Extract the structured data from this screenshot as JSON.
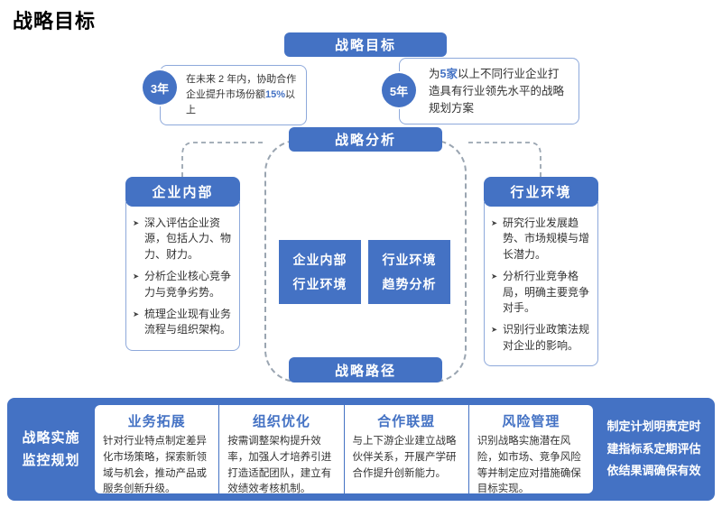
{
  "title": "战略目标",
  "colors": {
    "accent": "#4472C4",
    "light_border": "#8EA9DB",
    "body_text": "#333333",
    "dash": "#9AA5B1"
  },
  "goal": {
    "pill": "战略目标",
    "items": [
      {
        "badge": "3年",
        "pre": "在未来 2 年内，协助合作企业提升市场份额",
        "highlight": "15%",
        "post": "以上"
      },
      {
        "badge": "5年",
        "pre": "为",
        "highlight": "5家",
        "post": "以上不同行业企业打造具有行业领先水平的战略规划方案"
      }
    ]
  },
  "analysis": {
    "pill": "战略分析",
    "left": {
      "title": "企业内部",
      "bullets": [
        "深入评估企业资源，包括人力、物力、财力。",
        "分析企业核心竞争力与竞争劣势。",
        "梳理企业现有业务流程与组织架构。"
      ]
    },
    "right": {
      "title": "行业环境",
      "bullets": [
        "研究行业发展趋势、市场规模与增长潜力。",
        "分析行业竞争格局，明确主要竞争对手。",
        "识别行业政策法规对企业的影响。"
      ]
    },
    "center": [
      {
        "line1": "企业内部",
        "line2": "行业环境"
      },
      {
        "line1": "行业环境",
        "line2": "趋势分析"
      }
    ]
  },
  "path": {
    "pill": "战略路径"
  },
  "bottom": {
    "left_lines": [
      "战略实施",
      "监控规划"
    ],
    "columns": [
      {
        "title": "业务拓展",
        "text": "针对行业特点制定差异化市场策略，探索新领域与机会，推动产品或服务创新升级。"
      },
      {
        "title": "组织优化",
        "text": "按需调整架构提升效率，加强人才培养引进打造适配团队，建立有效绩效考核机制。"
      },
      {
        "title": "合作联盟",
        "text": "与上下游企业建立战略伙伴关系，开展产学研合作提升创新能力。"
      },
      {
        "title": "风险管理",
        "text": "识别战略实施潜在风险，如市场、竞争风险等并制定应对措施确保目标实现。"
      }
    ],
    "right_lines": [
      "制定计划明责定时",
      "建指标系定期评估",
      "依结果调确保有效"
    ]
  }
}
